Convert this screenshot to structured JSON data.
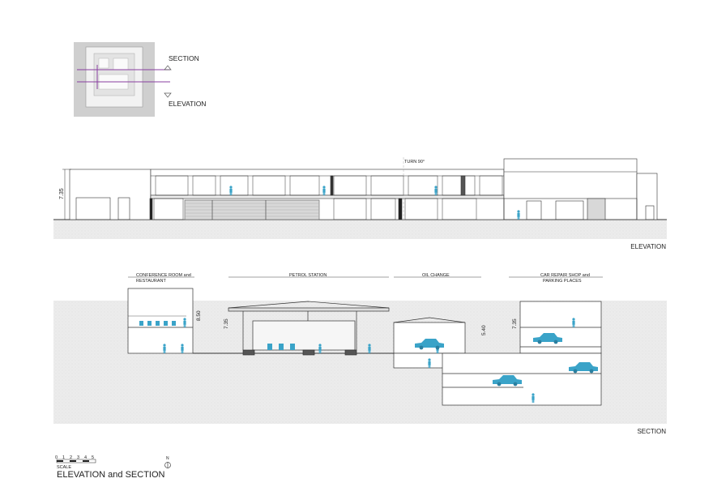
{
  "key_plan": {
    "section_label": "SECTION",
    "elevation_label": "ELEVATION"
  },
  "elevation": {
    "title": "ELEVATION",
    "height_dim": "7.35",
    "turn_note": "TURN 90°"
  },
  "section": {
    "title": "SECTION",
    "zones": [
      {
        "line1": "CONFERENCE ROOM and",
        "line2": "RESTAURANT"
      },
      {
        "line1": "PETROL STATION",
        "line2": ""
      },
      {
        "line1": "OIL CHANGE",
        "line2": ""
      },
      {
        "line1": "CAR REPAIR SHOP and",
        "line2": "PARKING PLACES"
      }
    ],
    "dims": [
      "8.50",
      "7.35",
      "5.40",
      "7.35"
    ]
  },
  "scale_bar": {
    "ticks": [
      "0",
      "1",
      "2",
      "3",
      "4",
      "5"
    ],
    "label": "SCALE"
  },
  "north_label": "N",
  "drawing_title": "ELEVATION and SECTION",
  "colors": {
    "line": "#333333",
    "people": "#3aa3c8",
    "keyline": "#8a3fa0",
    "ground": "#e6e6e6"
  }
}
